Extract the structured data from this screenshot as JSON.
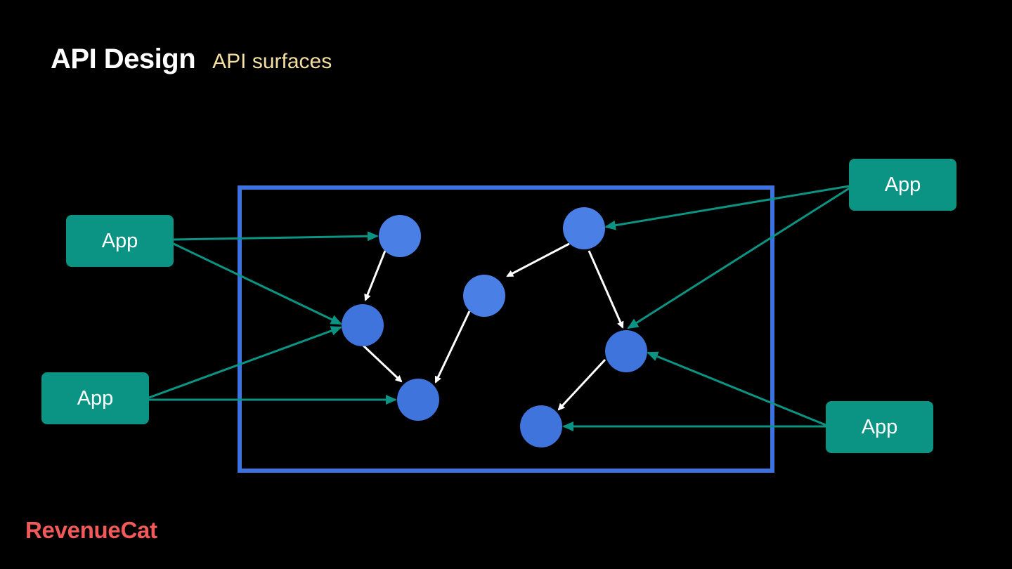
{
  "slide": {
    "title": "API Design",
    "subtitle": "API surfaces"
  },
  "apps": [
    {
      "label": "App"
    },
    {
      "label": "App"
    },
    {
      "label": "App"
    },
    {
      "label": "App"
    }
  ],
  "brand": {
    "logo_text": "RevenueCat"
  },
  "colors": {
    "background": "#000000",
    "title": "#ffffff",
    "subtitle": "#f3dfa2",
    "app_box": "#0b9484",
    "api_boundary": "#3d73e0",
    "node": "#4a7fe6",
    "internal_arrow": "#ffffff",
    "app_arrow": "#0b9484",
    "brand": "#f25a5a"
  }
}
